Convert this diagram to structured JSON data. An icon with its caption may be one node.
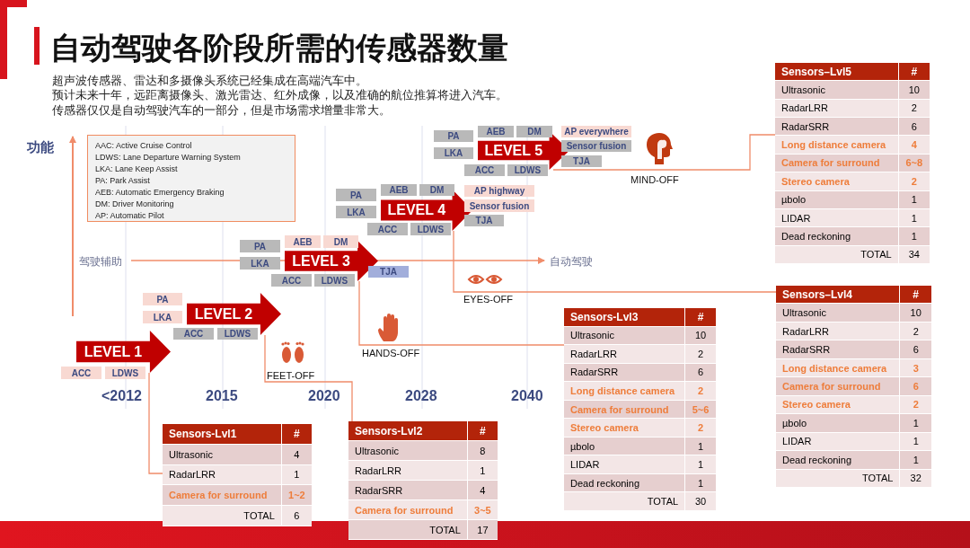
{
  "diagram": {
    "title": "自动驾驶各阶段所需的传感器数量",
    "nodes": [
      {
        "text": [
          "AAC: Active Cruise Control",
          "LDWS: Lane Departure Warning System",
          "LKA: Lane Keep Assist",
          "PA: Park Assist",
          "AEB: Automatic Emergency Braking",
          "DM: Driver Monitoring",
          "AP: Automatic Pilot"
        ]
      },
      {
        "text": [
          "LEVEL 1"
        ]
      },
      {
        "text": [
          "ACC"
        ]
      },
      {
        "text": [
          "LDWS"
        ]
      },
      {
        "text": [
          "LEVEL 2"
        ]
      },
      {
        "text": [
          "PA"
        ]
      },
      {
        "text": [
          "LKA"
        ]
      },
      {
        "text": [
          "ACC"
        ]
      },
      {
        "text": [
          "LDWS"
        ]
      },
      {
        "text": [
          "LEVEL 3"
        ]
      },
      {
        "text": [
          "PA"
        ]
      },
      {
        "text": [
          "LKA"
        ]
      },
      {
        "text": [
          "AEB"
        ]
      },
      {
        "text": [
          "DM"
        ]
      },
      {
        "text": [
          "ACC"
        ]
      },
      {
        "text": [
          "LDWS"
        ]
      },
      {
        "text": [
          "TJA"
        ]
      },
      {
        "text": [
          "LEVEL 4"
        ]
      },
      {
        "text": [
          "PA"
        ]
      },
      {
        "text": [
          "LKA"
        ]
      },
      {
        "text": [
          "AEB"
        ]
      },
      {
        "text": [
          "DM"
        ]
      },
      {
        "text": [
          "ACC"
        ]
      },
      {
        "text": [
          "LDWS"
        ]
      },
      {
        "text": [
          "AP highway"
        ]
      },
      {
        "text": [
          "Sensor fusion"
        ]
      },
      {
        "text": [
          "TJA"
        ]
      },
      {
        "text": [
          "LEVEL 5"
        ]
      },
      {
        "text": [
          "PA"
        ]
      },
      {
        "text": [
          "LKA"
        ]
      },
      {
        "text": [
          "AEB"
        ]
      },
      {
        "text": [
          "DM"
        ]
      },
      {
        "text": [
          "ACC"
        ]
      },
      {
        "text": [
          "LDWS"
        ]
      },
      {
        "text": [
          "AP everywhere"
        ]
      },
      {
        "text": [
          "Sensor fusion"
        ]
      },
      {
        "text": [
          "TJA"
        ]
      },
      {
        "text": [
          "Sensors-Lvl1",
          "#",
          "Ultrasonic",
          "4",
          "RadarLRR",
          "1",
          "Camera for surround",
          "1~2",
          "TOTAL",
          "6"
        ]
      },
      {
        "text": [
          "Sensors-Lvl2",
          "#",
          "Ultrasonic",
          "8",
          "RadarLRR",
          "1",
          "RadarSRR",
          "4",
          "Camera for surround",
          "3~5",
          "TOTAL",
          "17"
        ]
      },
      {
        "text": [
          "Sensors-Lvl3",
          "#",
          "Ultrasonic",
          "10",
          "RadarLRR",
          "2",
          "RadarSRR",
          "6",
          "Long distance camera",
          "2",
          "Camera for surround",
          "5~6",
          "Stereo camera",
          "2",
          "µbolo",
          "1",
          "LIDAR",
          "1",
          "Dead reckoning",
          "1",
          "TOTAL",
          "30"
        ]
      },
      {
        "text": [
          "Sensors–Lvl4",
          "#",
          "Ultrasonic",
          "10",
          "RadarLRR",
          "2",
          "RadarSRR",
          "6",
          "Long distance camera",
          "3",
          "Camera for surround",
          "6",
          "Stereo camera",
          "2",
          "µbolo",
          "1",
          "LIDAR",
          "1",
          "Dead reckoning",
          "1",
          "TOTAL",
          "32"
        ]
      },
      {
        "text": [
          "Sensors–Lvl5",
          "#",
          "Ultrasonic",
          "10",
          "RadarLRR",
          "2",
          "RadarSRR",
          "6",
          "Long distance camera",
          "4",
          "Camera for surround",
          "6~8",
          "Stereo camera",
          "2",
          "µbolo",
          "1",
          "LIDAR",
          "1",
          "Dead reckoning",
          "1",
          "TOTAL",
          "34"
        ]
      }
    ],
    "edges": [
      {
        "from": 1,
        "to": 37,
        "arrow": "none"
      },
      {
        "from": 4,
        "to": 38,
        "arrow": "none"
      },
      {
        "from": 9,
        "to": 39,
        "arrow": "none"
      },
      {
        "from": 17,
        "to": 40,
        "arrow": "none"
      },
      {
        "from": 27,
        "to": 41,
        "arrow": "none"
      }
    ],
    "labels": [
      "超声波传感器、雷达和多摄像头系统已经集成在高端汽车中。",
      "预计未来十年，远距离摄像头、激光雷达、红外成像，以及准确的航位推算将进入汽车。",
      "传感器仅仅是自动驾驶汽车的一部分，但是市场需求增量非常大。",
      "功能",
      "驾驶辅助",
      "自动驾驶",
      "MIND-OFF",
      "EYES-OFF",
      "HANDS-OFF",
      "FEET-OFF",
      "<2012",
      "2015",
      "2020",
      "2028",
      "2040"
    ]
  }
}
